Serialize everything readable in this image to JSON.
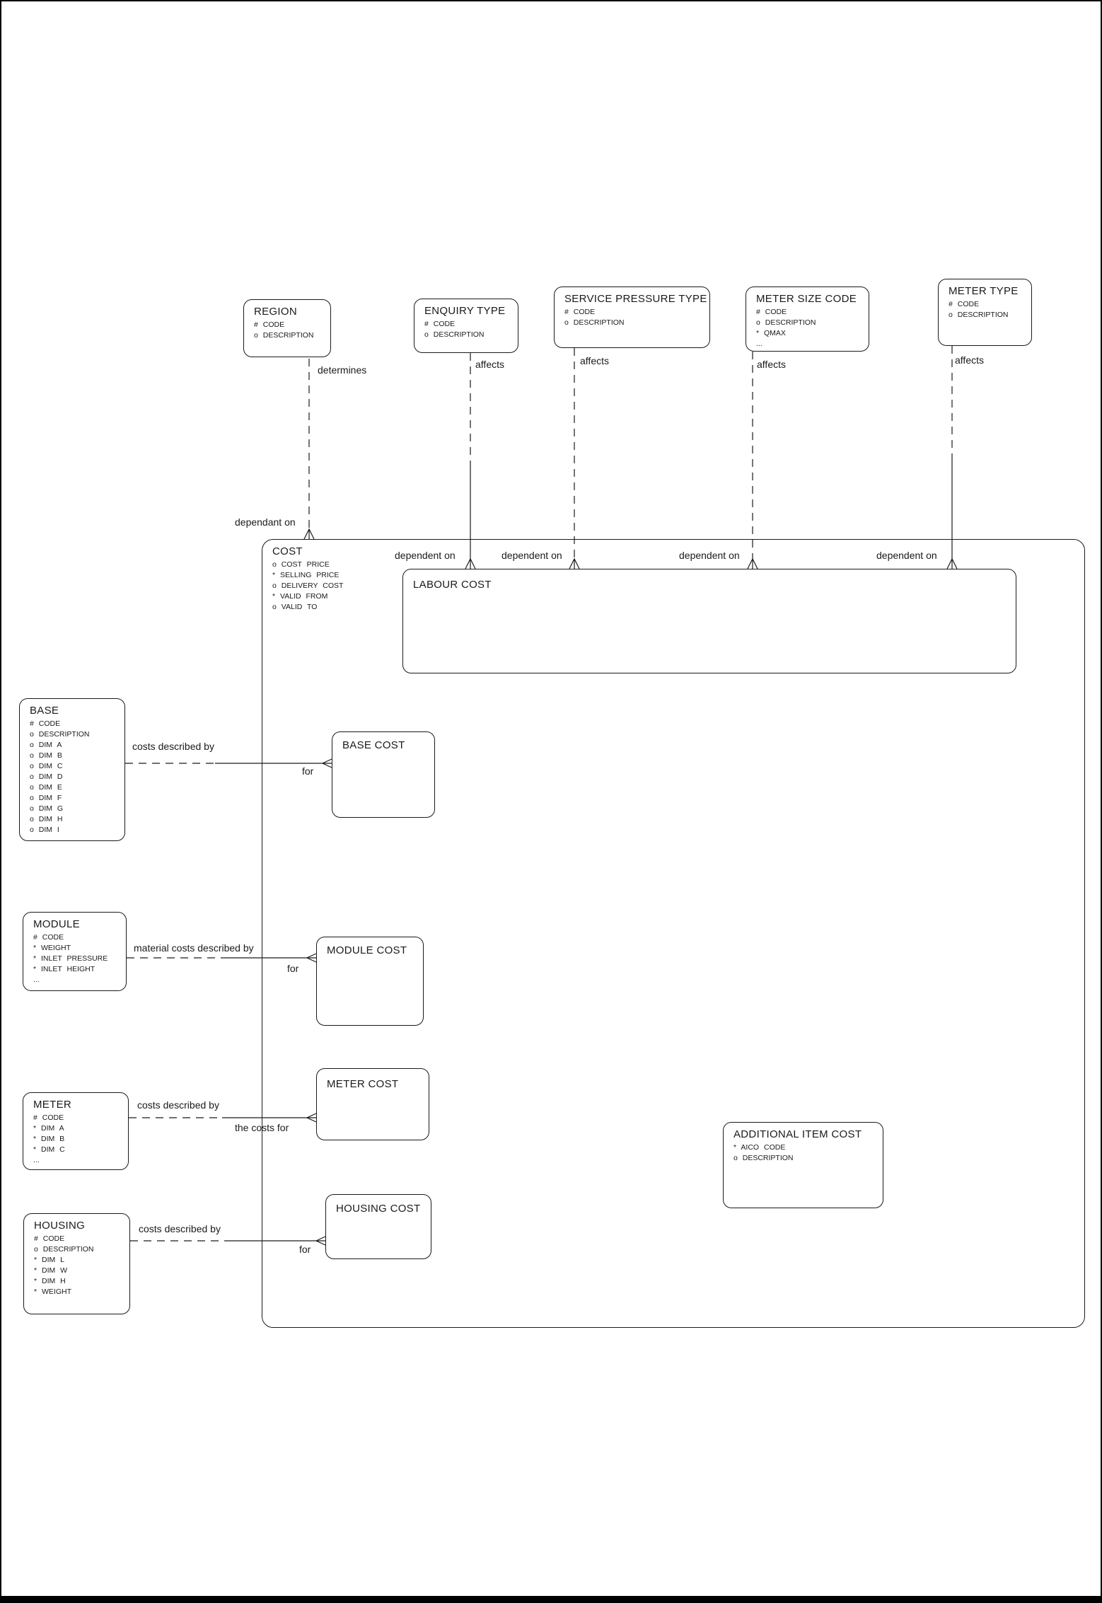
{
  "entities": {
    "region": {
      "title": "REGION",
      "attrs": [
        "# CODE",
        "o DESCRIPTION"
      ]
    },
    "enquiry_type": {
      "title": "ENQUIRY TYPE",
      "attrs": [
        "# CODE",
        "o DESCRIPTION"
      ]
    },
    "service_pressure_type": {
      "title": "SERVICE PRESSURE TYPE",
      "attrs": [
        "# CODE",
        "o DESCRIPTION"
      ]
    },
    "meter_size_code": {
      "title": "METER SIZE CODE",
      "attrs": [
        "# CODE",
        "o DESCRIPTION",
        "* QMAX",
        "..."
      ]
    },
    "meter_type": {
      "title": "METER TYPE",
      "attrs": [
        "# CODE",
        "o DESCRIPTION"
      ]
    },
    "cost": {
      "title": "COST",
      "attrs": [
        "o COST PRICE",
        "* SELLING PRICE",
        "o DELIVERY COST",
        "* VALID FROM",
        "o VALID TO"
      ]
    },
    "labour_cost": {
      "title": "LABOUR COST"
    },
    "base": {
      "title": "BASE",
      "attrs": [
        "# CODE",
        "o DESCRIPTION",
        "o DIM A",
        "o DIM B",
        "o DIM C",
        "o DIM D",
        "o DIM E",
        "o DIM F",
        "o DIM G",
        "o DIM H",
        "o DIM I"
      ]
    },
    "base_cost": {
      "title": "BASE COST"
    },
    "module": {
      "title": "MODULE",
      "attrs": [
        "# CODE",
        "* WEIGHT",
        "* INLET PRESSURE",
        "* INLET HEIGHT",
        "..."
      ]
    },
    "module_cost": {
      "title": "MODULE COST"
    },
    "meter": {
      "title": "METER",
      "attrs": [
        "# CODE",
        "* DIM A",
        "* DIM B",
        "* DIM C",
        "..."
      ]
    },
    "meter_cost": {
      "title": "METER COST"
    },
    "housing": {
      "title": "HOUSING",
      "attrs": [
        "# CODE",
        "o DESCRIPTION",
        "* DIM L",
        "* DIM W",
        "* DIM H",
        "* WEIGHT"
      ]
    },
    "housing_cost": {
      "title": "HOUSING COST"
    },
    "additional_item_cost": {
      "title": "ADDITIONAL ITEM COST",
      "attrs": [
        "* AICO CODE",
        "o DESCRIPTION"
      ]
    }
  },
  "relationships": {
    "determines": "determines",
    "dependant_on": "dependant on",
    "affects_enquiry": "affects",
    "affects_service": "affects",
    "affects_metersize": "affects",
    "affects_metertype": "affects",
    "dependent_on_1": "dependent on",
    "dependent_on_2": "dependent on",
    "dependent_on_3": "dependent on",
    "dependent_on_4": "dependent on",
    "base_costs_described_by": "costs described by",
    "base_for": "for",
    "module_costs_described_by": "material costs described by",
    "module_for": "for",
    "meter_costs_described_by": "costs described by",
    "meter_the_costs_for": "the costs for",
    "housing_costs_described_by": "costs described by",
    "housing_for": "for"
  },
  "style": {
    "line_color": "#1a1a1a",
    "background": "#ffffff"
  }
}
